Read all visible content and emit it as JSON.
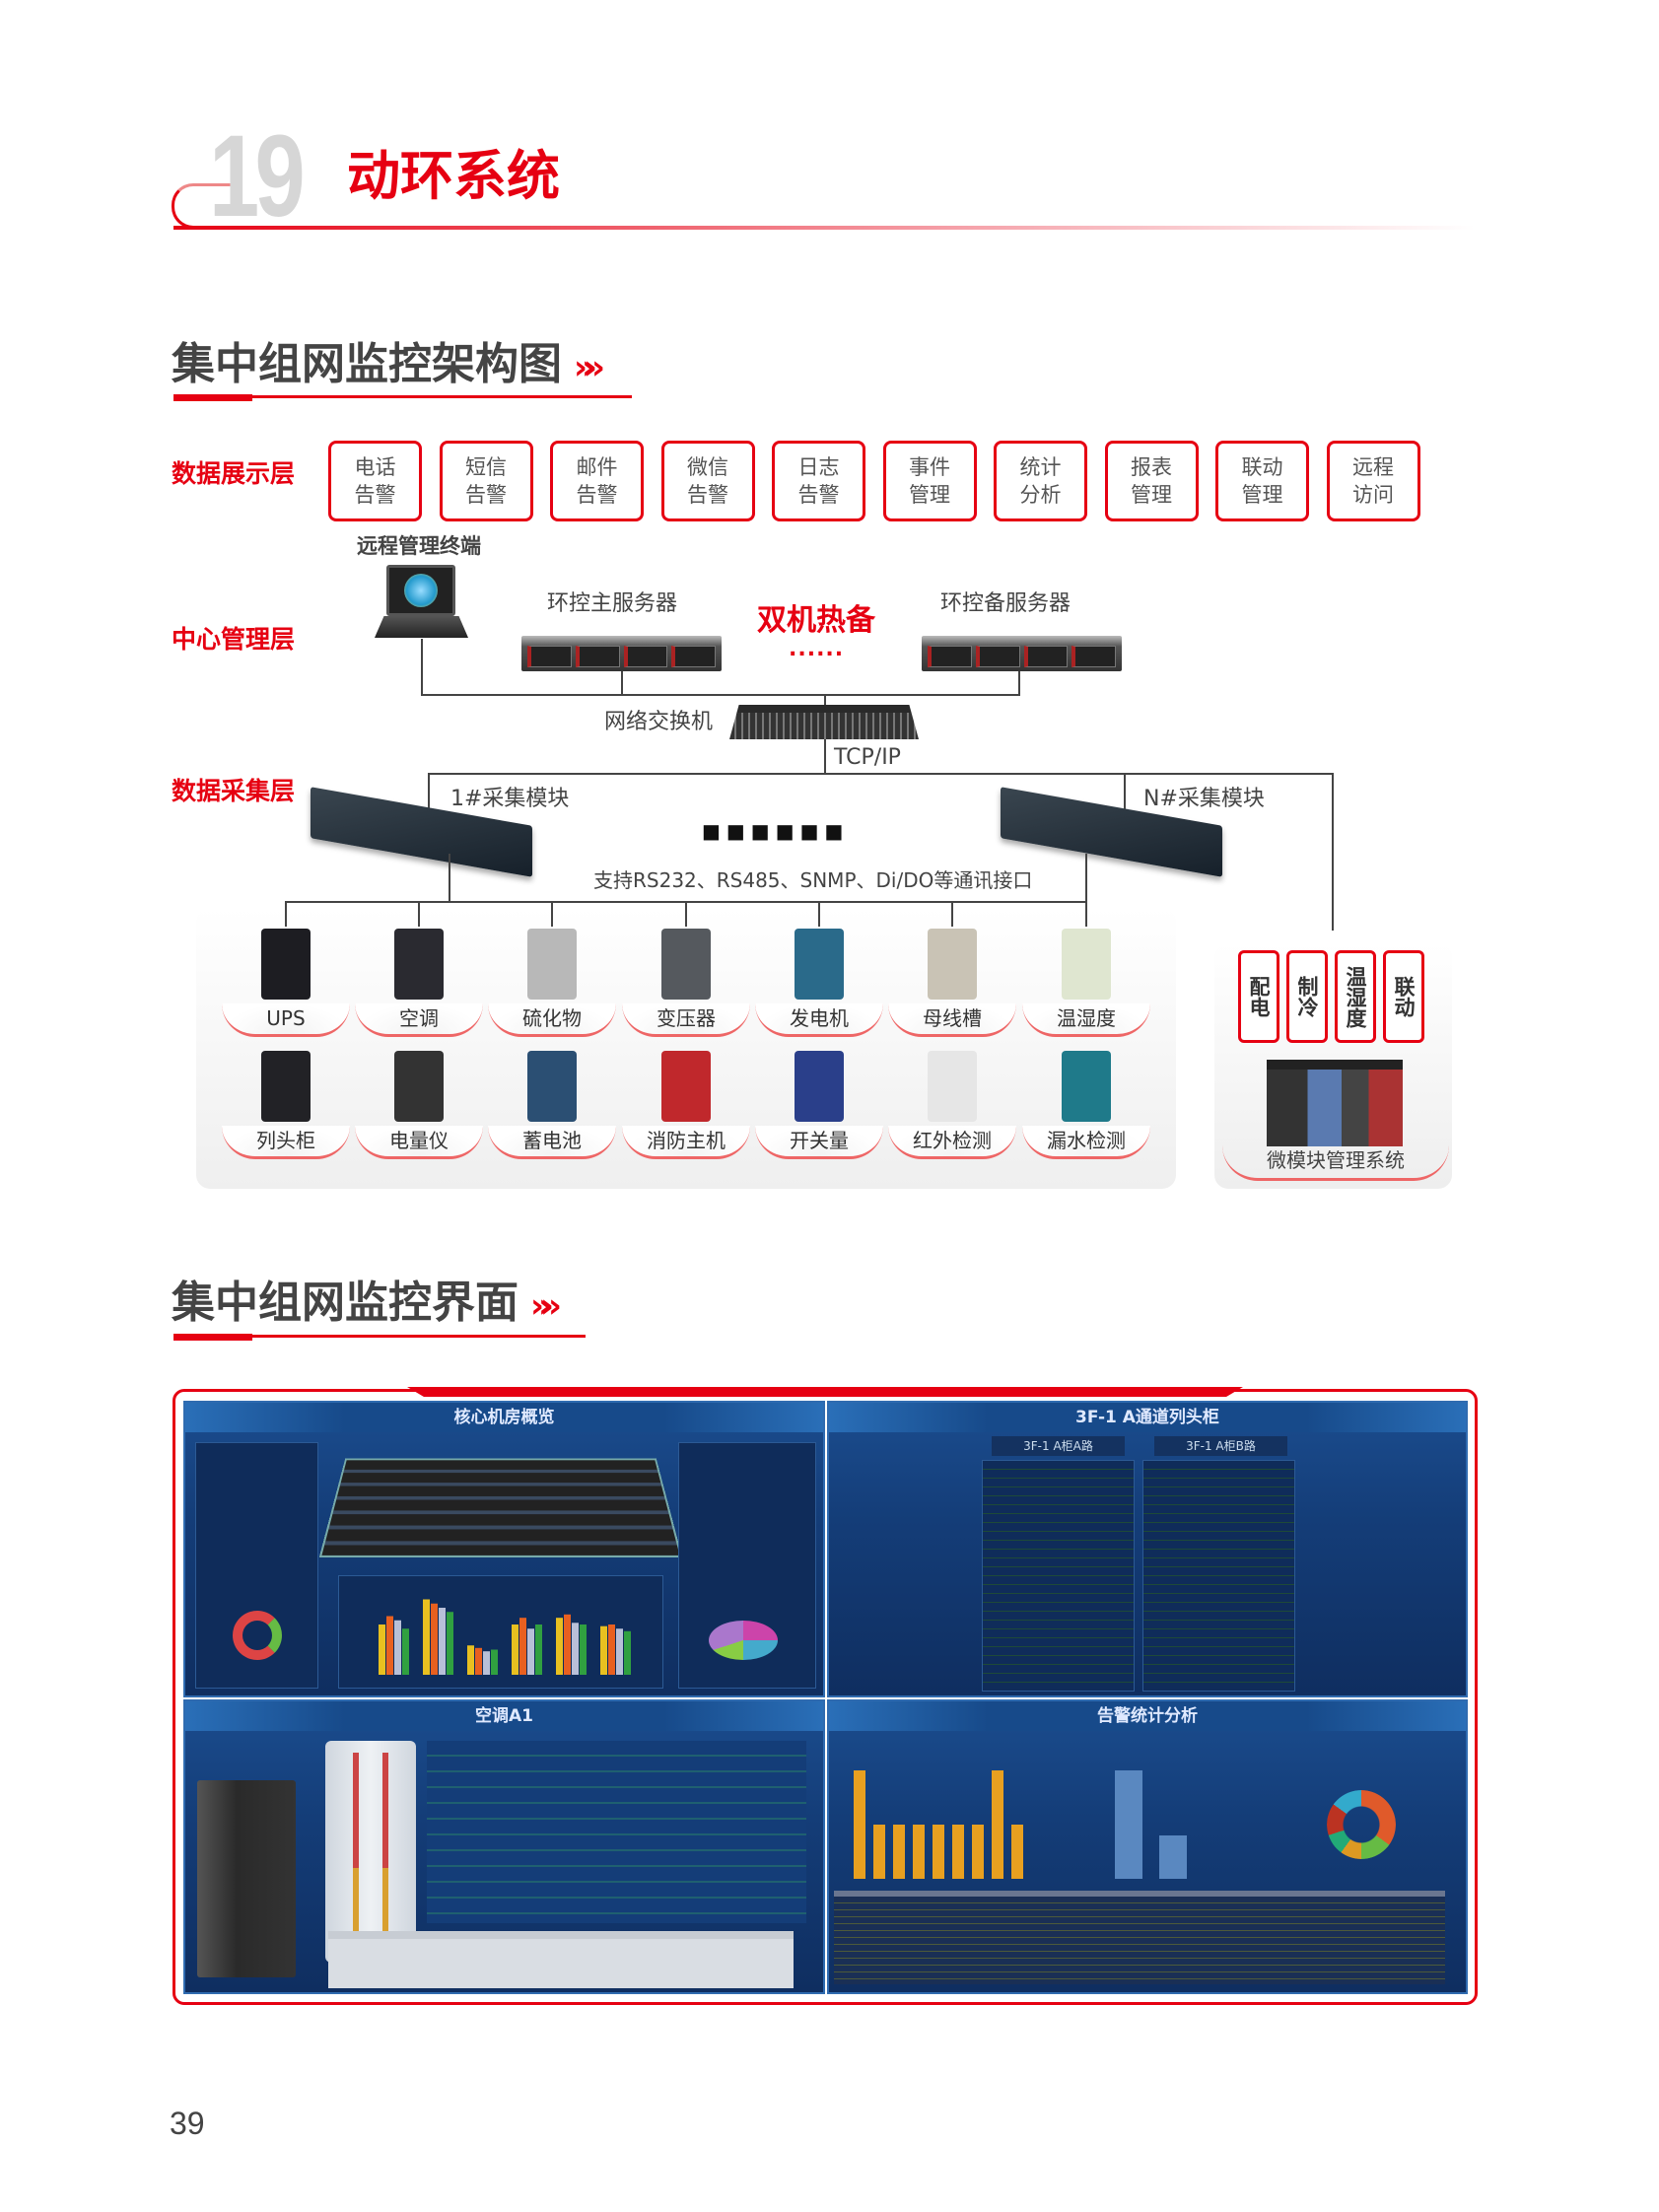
{
  "header": {
    "chapter_number": "19",
    "title": "动环系统"
  },
  "section1": {
    "title": "集中组网监控架构图",
    "chevron": "»»"
  },
  "layers": {
    "display": "数据展示层",
    "center": "中心管理层",
    "collect": "数据采集层"
  },
  "functions": [
    [
      "电话",
      "告警"
    ],
    [
      "短信",
      "告警"
    ],
    [
      "邮件",
      "告警"
    ],
    [
      "微信",
      "告警"
    ],
    [
      "日志",
      "告警"
    ],
    [
      "事件",
      "管理"
    ],
    [
      "统计",
      "分析"
    ],
    [
      "报表",
      "管理"
    ],
    [
      "联动",
      "管理"
    ],
    [
      "远程",
      "访问"
    ]
  ],
  "center": {
    "terminal": "远程管理终端",
    "main_server": "环控主服务器",
    "backup_server": "环控备服务器",
    "hot_standby": "双机热备",
    "hot_standby_dots": "......",
    "switch": "网络交换机",
    "protocol": "TCP/IP"
  },
  "collect": {
    "module1": "1#采集模块",
    "moduleN": "N#采集模块",
    "dots": "■■■■■■",
    "interfaces": "支持RS232、RS485、SNMP、Di/DO等通讯接口"
  },
  "devices": [
    {
      "name": "UPS",
      "color": "#1d1d22"
    },
    {
      "name": "空调",
      "color": "#2a2a30"
    },
    {
      "name": "硫化物",
      "color": "#b8b8b8"
    },
    {
      "name": "变压器",
      "color": "#55595e"
    },
    {
      "name": "发电机",
      "color": "#2a6a8a"
    },
    {
      "name": "母线槽",
      "color": "#c9c3b5"
    },
    {
      "name": "温湿度",
      "color": "#dfe6d0"
    },
    {
      "name": "列头柜",
      "color": "#222226"
    },
    {
      "name": "电量仪",
      "color": "#333"
    },
    {
      "name": "蓄电池",
      "color": "#2b4f73"
    },
    {
      "name": "消防主机",
      "color": "#c0282c"
    },
    {
      "name": "开关量",
      "color": "#2a3f8a"
    },
    {
      "name": "红外检测",
      "color": "#e6e6e6"
    },
    {
      "name": "漏水检测",
      "color": "#1f7a8a"
    }
  ],
  "micro_module": {
    "tags": [
      "配电",
      "制冷",
      "温湿度",
      "联动"
    ],
    "label": "微模块管理系统"
  },
  "section2": {
    "title": "集中组网监控界面",
    "chevron": "»»"
  },
  "dashboard": {
    "panels": [
      {
        "title": "核心机房概览"
      },
      {
        "title": "3F-1 A通道列头柜",
        "sub_a": "3F-1 A柜A路",
        "sub_b": "3F-1 A柜B路"
      },
      {
        "title": "空调A1"
      },
      {
        "title": "告警统计分析"
      }
    ],
    "overview_bars": [
      [
        0.6,
        0.7,
        0.65,
        0.55
      ],
      [
        0.9,
        0.85,
        0.8,
        0.75
      ],
      [
        0.35,
        0.32,
        0.28,
        0.3
      ],
      [
        0.6,
        0.68,
        0.55,
        0.6
      ],
      [
        0.68,
        0.72,
        0.62,
        0.6
      ],
      [
        0.58,
        0.6,
        0.55,
        0.52
      ]
    ],
    "alarm_bars": [
      1,
      0.5,
      0.5,
      0.5,
      0.5,
      0.5,
      0.5,
      1,
      0.5
    ],
    "alarm_level_bars": [
      0,
      1,
      0.4,
      0
    ],
    "accent_colors": {
      "orange": "#e8a020",
      "blue": "#5a88c0",
      "red": "#e60012"
    }
  },
  "page_number": "39"
}
